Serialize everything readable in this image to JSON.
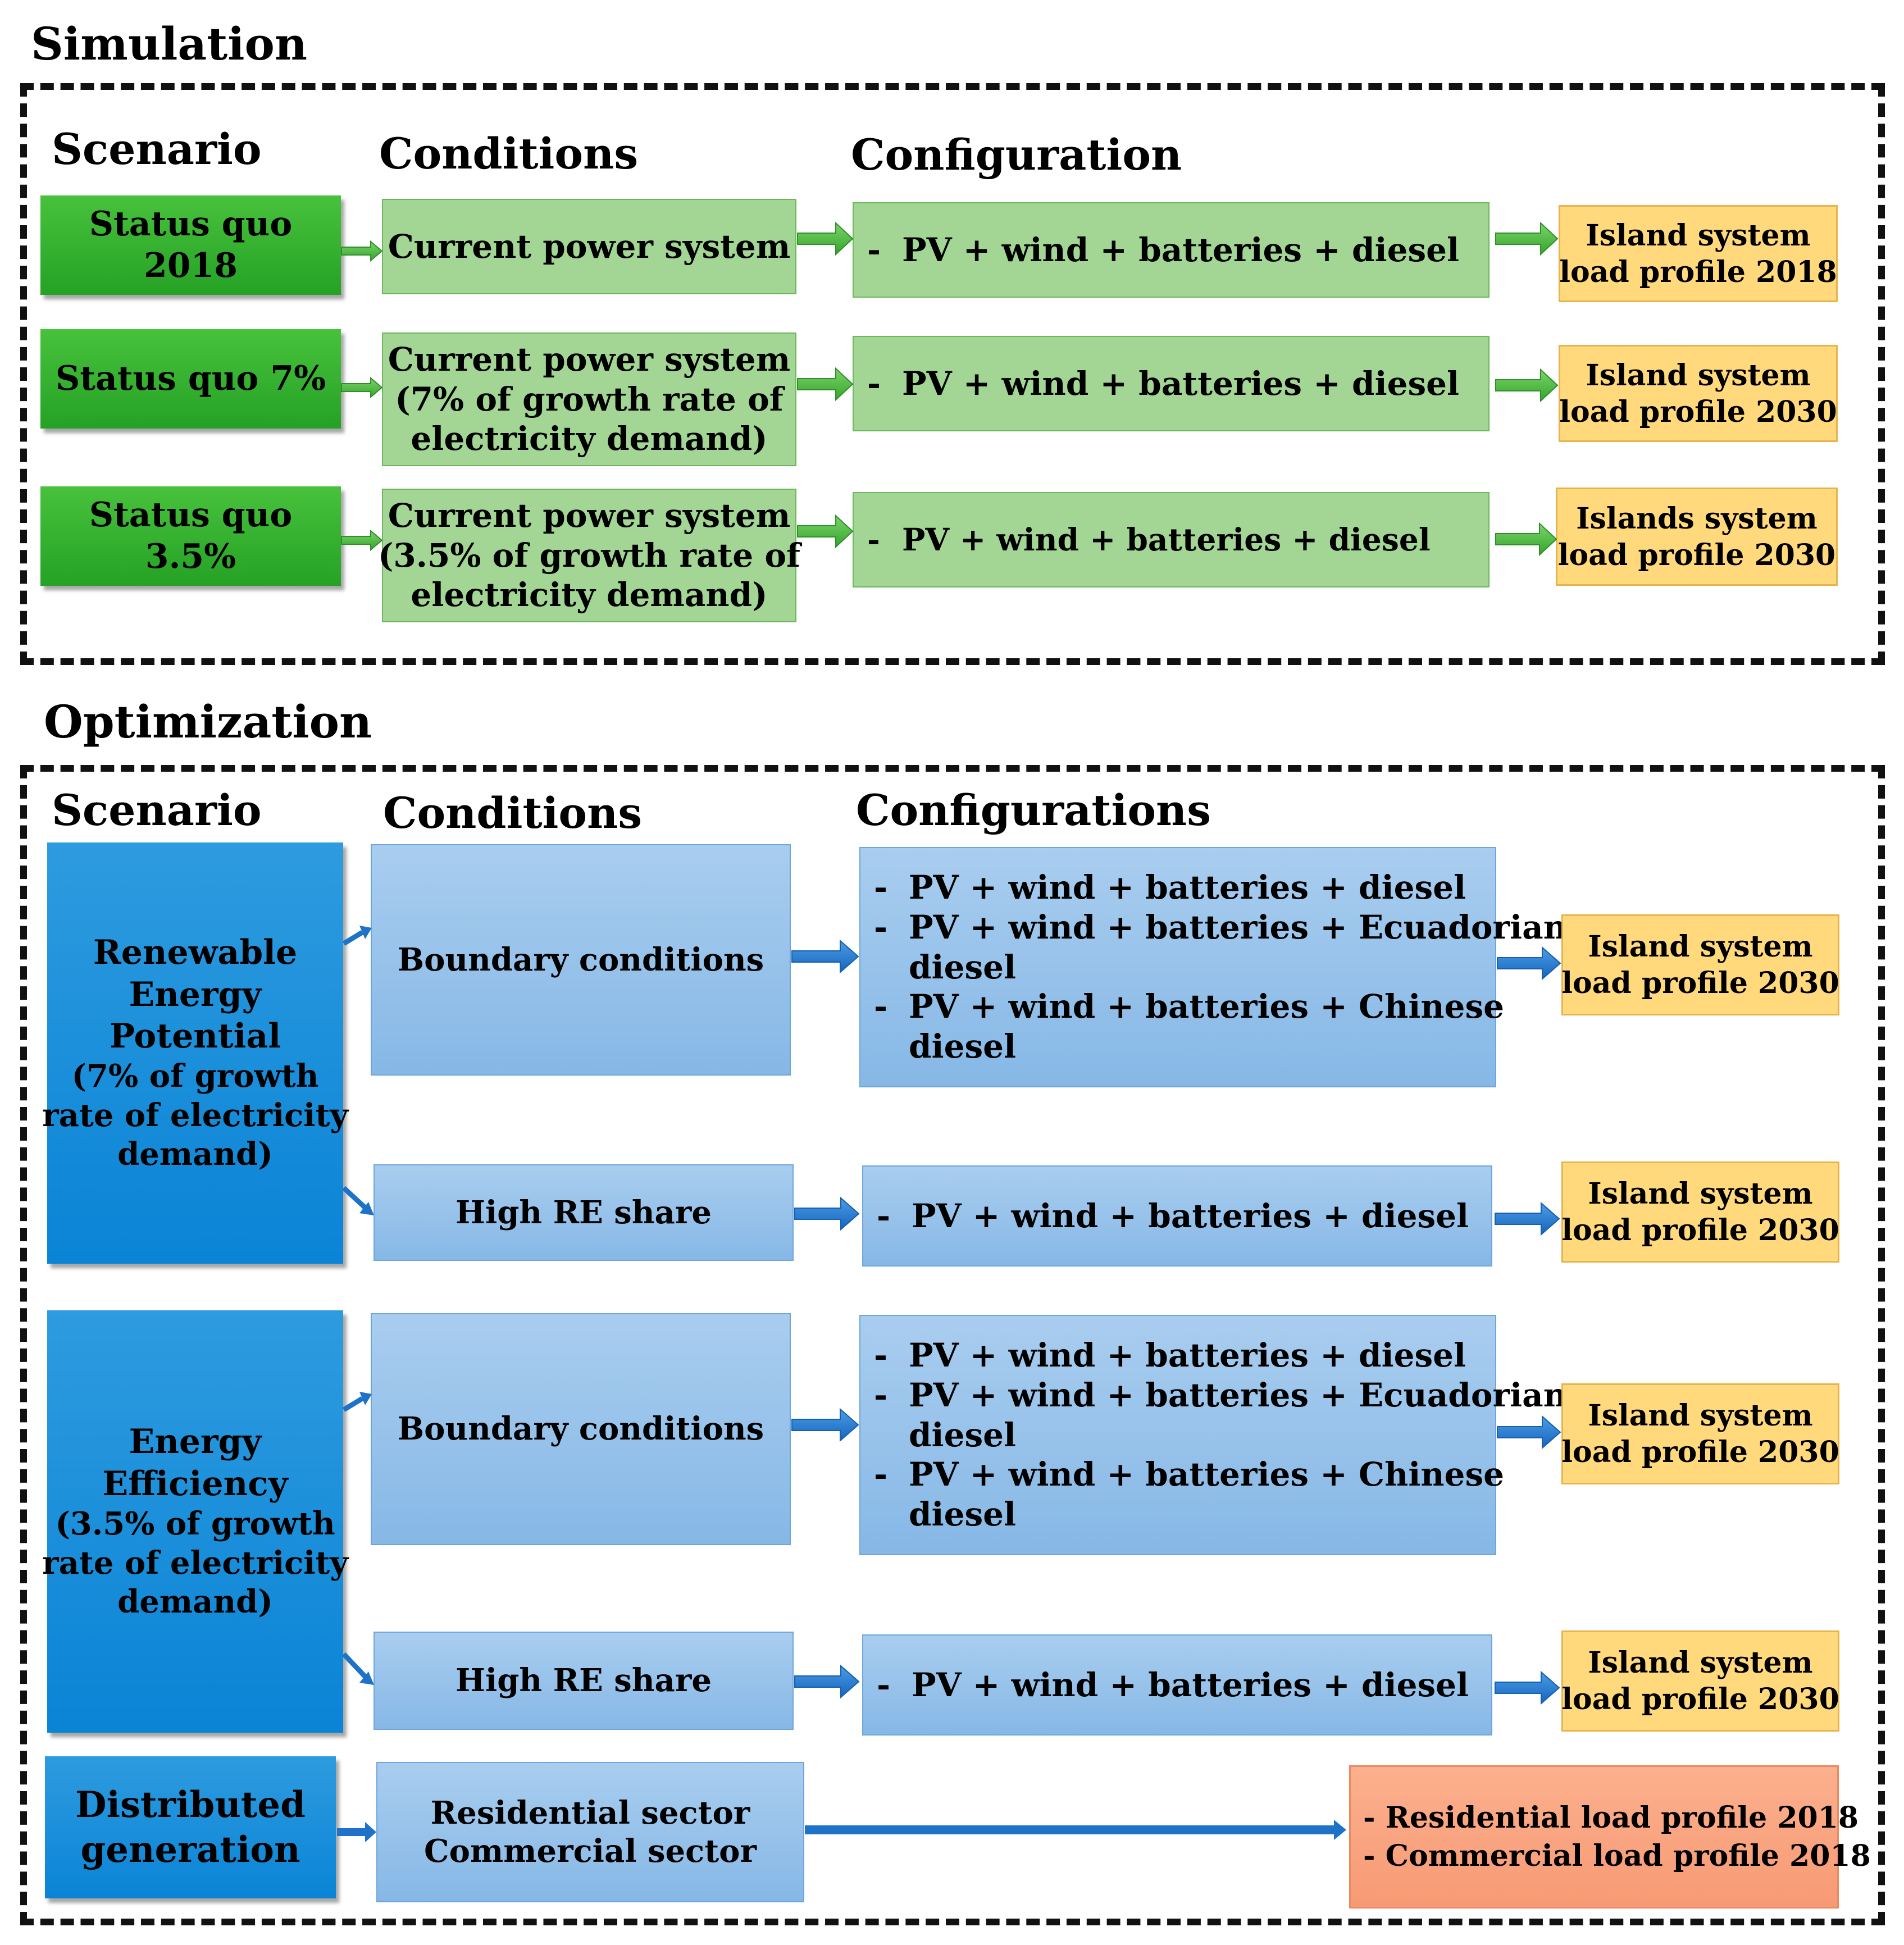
{
  "simulation": {
    "title": "Simulation",
    "headers": {
      "scenario": "Scenario",
      "conditions": "Conditions",
      "configuration": "Configuration"
    },
    "rows": [
      {
        "scenario": "Status  quo 2018",
        "conditions": [
          "Current power system"
        ],
        "configuration": "PV + wind + batteries + diesel",
        "load": [
          "Island system",
          "load profile 2018"
        ]
      },
      {
        "scenario": "Status  quo 7%",
        "conditions": [
          "Current power system",
          "(7% of growth rate of",
          "electricity demand)"
        ],
        "configuration": "PV + wind + batteries + diesel",
        "load": [
          "Island system",
          "load profile 2030"
        ]
      },
      {
        "scenario": "Status  quo 3.5%",
        "conditions": [
          "Current power system",
          "(3.5% of growth rate of",
          "electricity demand)"
        ],
        "configuration": "PV + wind + batteries + diesel",
        "load": [
          "Islands system",
          "load profile 2030"
        ]
      }
    ]
  },
  "optimization": {
    "title": "Optimization",
    "headers": {
      "scenario": "Scenario",
      "conditions": "Conditions",
      "configuration": "Configurations"
    },
    "groups": [
      {
        "scenario_main": [
          "Renewable",
          "Energy",
          "Potential"
        ],
        "scenario_sub": [
          "(7% of growth",
          "rate of electricity",
          "demand)"
        ],
        "rows": [
          {
            "condition": "Boundary conditions",
            "configuration": [
              [
                "PV + wind + batteries + diesel"
              ],
              [
                "PV + wind + batteries + Ecuadorian",
                "diesel"
              ],
              [
                "PV + wind + batteries + Chinese",
                "diesel"
              ]
            ],
            "load": [
              "Island system",
              "load profile 2030"
            ]
          },
          {
            "condition": "High RE share",
            "configuration": [
              [
                "PV + wind + batteries + diesel"
              ]
            ],
            "load": [
              "Island system",
              "load profile 2030"
            ]
          }
        ]
      },
      {
        "scenario_main": [
          "Energy",
          "Efficiency"
        ],
        "scenario_sub": [
          "(3.5% of growth",
          "rate of electricity",
          "demand)"
        ],
        "rows": [
          {
            "condition": "Boundary conditions",
            "configuration": [
              [
                "PV + wind + batteries + diesel"
              ],
              [
                "PV + wind + batteries + Ecuadorian",
                "diesel"
              ],
              [
                "PV + wind + batteries + Chinese",
                "diesel"
              ]
            ],
            "load": [
              "Island system",
              "load profile 2030"
            ]
          },
          {
            "condition": "High RE share",
            "configuration": [
              [
                "PV + wind + batteries + diesel"
              ]
            ],
            "load": [
              "Island system",
              "load profile 2030"
            ]
          }
        ]
      }
    ],
    "distributed": {
      "scenario": [
        "Distributed",
        "generation"
      ],
      "conditions": [
        "Residential sector",
        "Commercial sector"
      ],
      "load": [
        "- Residential load profile 2018",
        "- Commercial load profile 2018"
      ]
    }
  },
  "dash_marker": "-",
  "colors": {
    "scenario_green": "#2fae2c",
    "condition_green": "#a3d694",
    "arrow_green": "#4cb848",
    "load_orange": "#ffd97c",
    "scenario_blue": "#0a84d6",
    "condition_blue": "#9fc7ec",
    "arrow_blue": "#1e73c8",
    "load_salmon": "#f9a580"
  }
}
